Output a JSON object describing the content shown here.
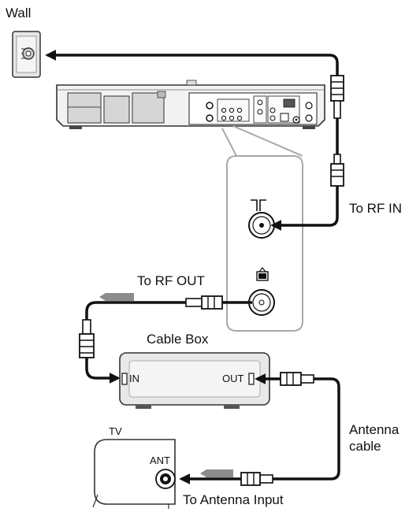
{
  "labels": {
    "wall": "Wall",
    "to_rf_in": "To RF IN",
    "to_rf_out": "To RF OUT",
    "cable_box": "Cable Box",
    "in": "IN",
    "out": "OUT",
    "tv": "TV",
    "ant": "ANT",
    "antenna_cable_line1": "Antenna",
    "antenna_cable_line2": "cable",
    "to_antenna_input": "To Antenna Input"
  },
  "icons": {
    "rf_in": "antenna-in-icon",
    "rf_out": "tv-out-icon"
  },
  "colors": {
    "cable": "#111111",
    "device_outline": "#333333",
    "zoom_callout": "#a8a8a8",
    "direction_arrow": "#8c8c8c"
  }
}
